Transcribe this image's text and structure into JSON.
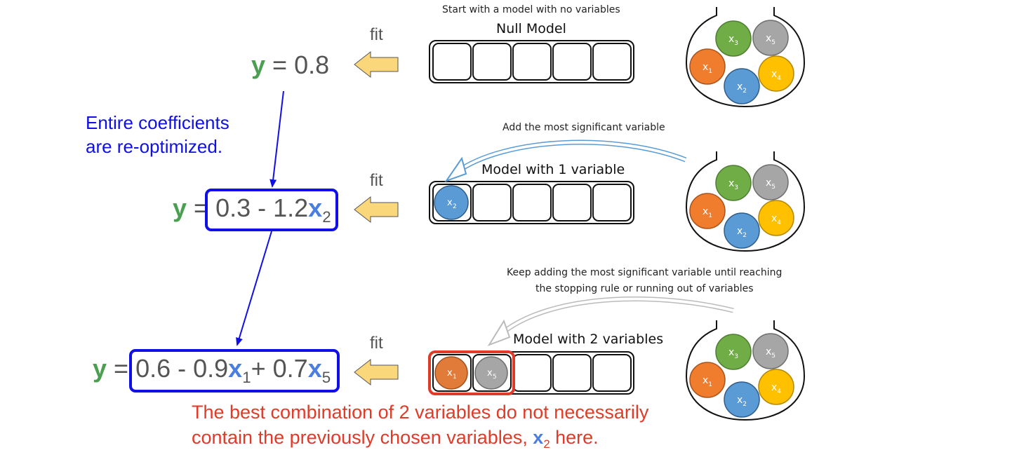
{
  "steps": [
    {
      "caption": "Start with a model with no variables",
      "title": "Null Model",
      "fit_label": "fit",
      "equation": {
        "y": "y",
        "eq": " = ",
        "text": "0.8"
      }
    },
    {
      "caption": "Add the most significant variable",
      "title": "Model with 1 variable",
      "fit_label": "fit",
      "equation": {
        "y": "y",
        "eq": " = ",
        "const": "0.3 - 1.2",
        "x": "x",
        "xsub": "2"
      }
    },
    {
      "caption_line1": "Keep adding the most significant variable until reaching",
      "caption_line2": "the stopping rule or running out of variables",
      "title": "Model with 2 variables",
      "fit_label": "fit",
      "equation": {
        "y": "y",
        "eq": " = ",
        "const": "0.6 - 0.9",
        "x1": "x",
        "x1sub": "1",
        "mid": "+ 0.7",
        "x5": "x",
        "x5sub": "5"
      }
    }
  ],
  "blue_note": {
    "line1": "Entire coefficients",
    "line2": "are re-optimized."
  },
  "red_note": {
    "line1": "The best combination of 2 variables do not necessarily",
    "line2_before": "contain the previously chosen variables, ",
    "line2_x": "x",
    "line2_sub": "2",
    "line2_after": " here."
  },
  "ball_labels": {
    "x1": "x",
    "x1sub": "1",
    "x2": "x",
    "x2sub": "2",
    "x3": "x",
    "x3sub": "3",
    "x4": "x",
    "x4sub": "4",
    "x5": "x",
    "x5sub": "5"
  },
  "colors": {
    "x1": "#ef7d2d",
    "x2": "#5b9bd5",
    "x3": "#70ad47",
    "x4": "#ffc000",
    "x5": "#a6a6a6",
    "fit_arrow": "#fad77b",
    "blue": "#1010e6",
    "red": "#e03a28",
    "y_green": "#4aa050",
    "x_blue": "#4a7ee0"
  }
}
